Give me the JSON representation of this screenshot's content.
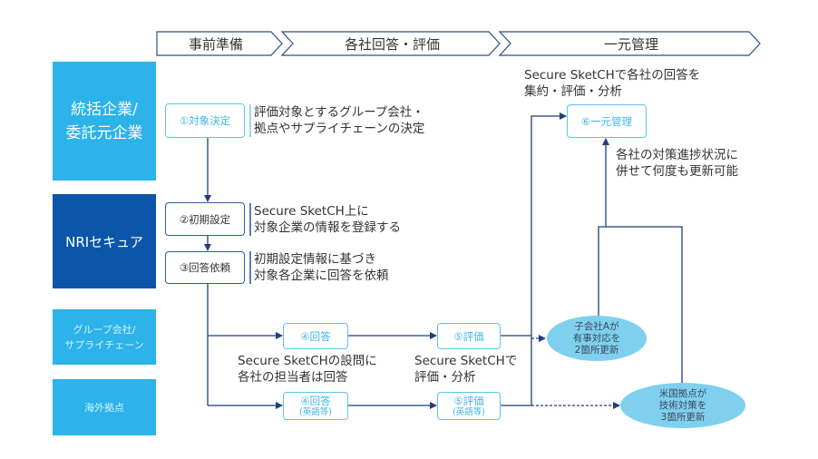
{
  "phases": [
    {
      "label": "事前準備"
    },
    {
      "label": "各社回答・評価"
    },
    {
      "label": "一元管理"
    }
  ],
  "lanes": [
    {
      "label": "統括企業/\n委託元企業"
    },
    {
      "label": "NRIセキュア"
    },
    {
      "label": "グループ会社/\nサプライチェーン"
    },
    {
      "label": "海外拠点"
    }
  ],
  "steps": {
    "s1": "①対象決定",
    "s2": "②初期設定",
    "s3": "③回答依頼",
    "s4": "④回答",
    "s4b": "④回答",
    "s4b_sub": "(英語等)",
    "s5": "⑤評価",
    "s5b": "⑤評価",
    "s5b_sub": "(英語等)",
    "s6": "⑥一元管理"
  },
  "descriptions": {
    "d1": "評価対象とするグループ会社・\n拠点やサプライチェーンの決定",
    "d2": "Secure SketCH上に\n対象企業の情報を登録する",
    "d3": "初期設定情報に基づき\n対象各企業に回答を依頼",
    "d4": "Secure SketCHの設問に\n各社の担当者は回答",
    "d5": "Secure SketCHで\n評価・分析",
    "d6": "Secure SketCHで各社の回答を\n集約・評価・分析",
    "d7": "各社の対策進捗状況に\n併せて何度も更新可能"
  },
  "updates": {
    "a": "子会社Aが\n有事対応を\n2箇所更新",
    "b": "米国拠点が\n技術対策を\n3箇所更新"
  },
  "colors": {
    "lane_light": "#2bb3ea",
    "lane_dark": "#0b56a8",
    "line": "#1f3f7a",
    "ellipse": "#7fd0ef"
  }
}
